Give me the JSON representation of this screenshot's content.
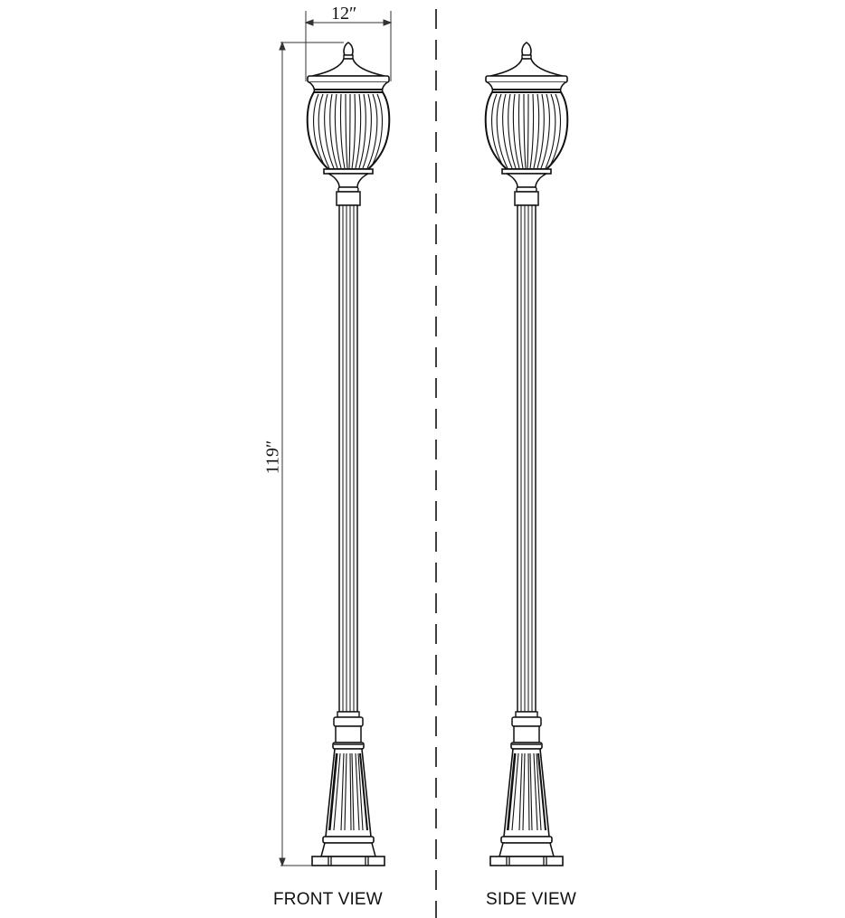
{
  "diagram": {
    "type": "technical-elevation-drawing",
    "subject": "outdoor post light",
    "dimensions": {
      "width_label": "12″",
      "height_label": "119″"
    },
    "views": [
      {
        "label": "FRONT VIEW"
      },
      {
        "label": "SIDE VIEW"
      }
    ],
    "colors": {
      "line": "#111111",
      "background": "#ffffff"
    }
  }
}
